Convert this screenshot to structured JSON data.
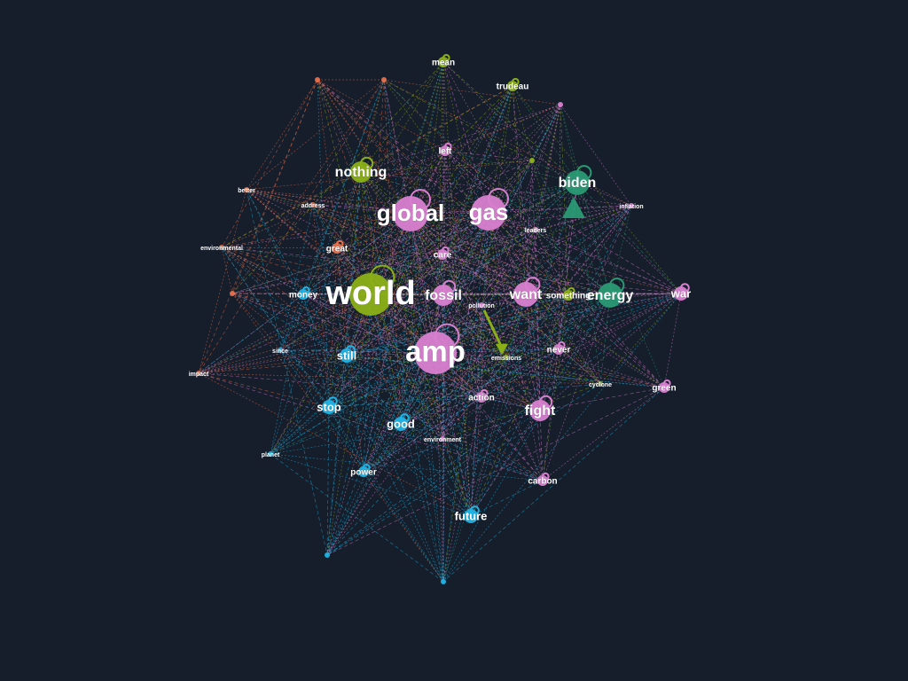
{
  "colors": {
    "background": "#161e2b",
    "green": "#8bb017",
    "pink": "#d97fd0",
    "cyan": "#1fb4e6",
    "orange": "#e8704a",
    "teal": "#2a9a74"
  },
  "nodes": [
    {
      "id": "mean",
      "label": "mean",
      "group": "green",
      "weight": 1
    },
    {
      "id": "trudeau",
      "label": "trudeau",
      "group": "green",
      "weight": 1
    },
    {
      "id": "n_tl1",
      "label": "",
      "group": "orange",
      "weight": 0
    },
    {
      "id": "n_tl2",
      "label": "",
      "group": "orange",
      "weight": 0
    },
    {
      "id": "n_tr",
      "label": "",
      "group": "pink",
      "weight": 0
    },
    {
      "id": "left",
      "label": "left",
      "group": "pink",
      "weight": 1
    },
    {
      "id": "n_mid",
      "label": "",
      "group": "green",
      "weight": 0
    },
    {
      "id": "nothing",
      "label": "nothing",
      "group": "green",
      "weight": 3
    },
    {
      "id": "biden",
      "label": "biden",
      "group": "teal",
      "weight": 4
    },
    {
      "id": "better",
      "label": "better",
      "group": "orange",
      "weight": 0
    },
    {
      "id": "address",
      "label": "address",
      "group": "orange",
      "weight": 0
    },
    {
      "id": "global",
      "label": "global",
      "group": "pink",
      "weight": 6
    },
    {
      "id": "gas",
      "label": "gas",
      "group": "pink",
      "weight": 6
    },
    {
      "id": "inflation",
      "label": "inflation",
      "group": "pink",
      "weight": 0
    },
    {
      "id": "leaders",
      "label": "leaders",
      "group": "pink",
      "weight": 0
    },
    {
      "id": "environmental",
      "label": "environmental",
      "group": "orange",
      "weight": 0
    },
    {
      "id": "great",
      "label": "great",
      "group": "orange",
      "weight": 1
    },
    {
      "id": "care",
      "label": "care",
      "group": "pink",
      "weight": 1
    },
    {
      "id": "n_left2",
      "label": "",
      "group": "orange",
      "weight": 0
    },
    {
      "id": "money",
      "label": "money",
      "group": "cyan",
      "weight": 1
    },
    {
      "id": "world",
      "label": "world",
      "group": "green",
      "weight": 10
    },
    {
      "id": "fossil",
      "label": "fossil",
      "group": "pink",
      "weight": 3
    },
    {
      "id": "pollution",
      "label": "pollution",
      "group": "pink",
      "weight": 0
    },
    {
      "id": "want",
      "label": "want",
      "group": "pink",
      "weight": 4
    },
    {
      "id": "something",
      "label": "something",
      "group": "green",
      "weight": 1
    },
    {
      "id": "energy",
      "label": "energy",
      "group": "teal",
      "weight": 4
    },
    {
      "id": "war",
      "label": "war",
      "group": "pink",
      "weight": 2
    },
    {
      "id": "since",
      "label": "since",
      "group": "cyan",
      "weight": 0
    },
    {
      "id": "still",
      "label": "still",
      "group": "cyan",
      "weight": 2
    },
    {
      "id": "amp",
      "label": "amp",
      "group": "pink",
      "weight": 9
    },
    {
      "id": "emissions",
      "label": "emissions",
      "group": "green",
      "weight": 0
    },
    {
      "id": "never",
      "label": "never",
      "group": "pink",
      "weight": 1
    },
    {
      "id": "impact",
      "label": "impact",
      "group": "orange",
      "weight": 0
    },
    {
      "id": "cyclone",
      "label": "cyclone",
      "group": "green",
      "weight": 0
    },
    {
      "id": "green",
      "label": "green",
      "group": "pink",
      "weight": 1
    },
    {
      "id": "action",
      "label": "action",
      "group": "pink",
      "weight": 1
    },
    {
      "id": "stop",
      "label": "stop",
      "group": "cyan",
      "weight": 2
    },
    {
      "id": "fight",
      "label": "fight",
      "group": "pink",
      "weight": 3
    },
    {
      "id": "good",
      "label": "good",
      "group": "cyan",
      "weight": 2
    },
    {
      "id": "environment",
      "label": "environment",
      "group": "pink",
      "weight": 0
    },
    {
      "id": "planet",
      "label": "planet",
      "group": "cyan",
      "weight": 0
    },
    {
      "id": "power",
      "label": "power",
      "group": "cyan",
      "weight": 1
    },
    {
      "id": "carbon",
      "label": "carbon",
      "group": "pink",
      "weight": 1
    },
    {
      "id": "future",
      "label": "future",
      "group": "cyan",
      "weight": 2
    },
    {
      "id": "n_bl",
      "label": "",
      "group": "cyan",
      "weight": 0
    },
    {
      "id": "n_bottom",
      "label": "",
      "group": "cyan",
      "weight": 0
    }
  ]
}
